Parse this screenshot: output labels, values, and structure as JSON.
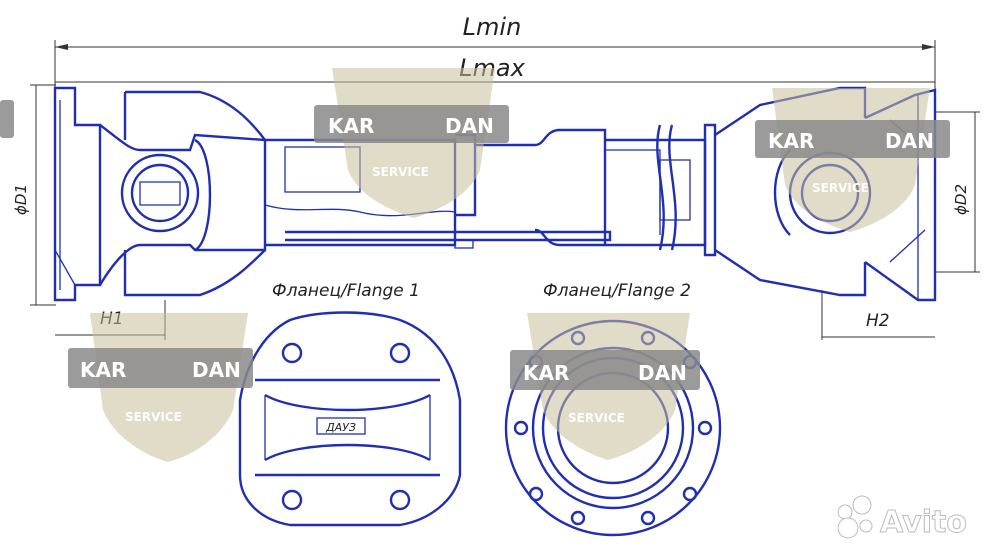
{
  "dimensions": {
    "lmin": "Lmin",
    "lmax": "Lmax",
    "d1": "ϕD1",
    "d2": "ϕD2",
    "h1": "H1",
    "h2": "H2"
  },
  "captions": {
    "flange1": "Фланец/Flange 1",
    "flange2": "Фланец/Flange 2",
    "stamp": "ДАУЗ"
  },
  "watermark": {
    "left_word": "KAR",
    "right_word": "DAN",
    "sub_word": "SERVICE",
    "brand_color": "#c8bf9a"
  },
  "avito_logo": "Avito",
  "colors": {
    "drawing_lines": "#1f2fb0",
    "dimension_lines": "#333333"
  }
}
